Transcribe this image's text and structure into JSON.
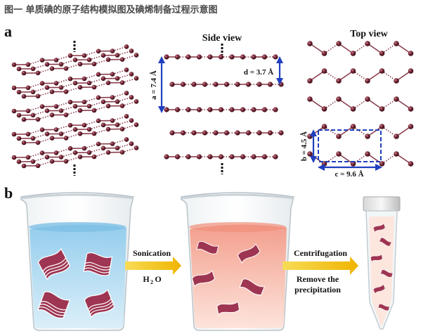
{
  "figure": {
    "caption": "图一 单质碘的原子结构模拟图及碘烯制备过程示意图"
  },
  "panel_a": {
    "letter": "a",
    "side_view": {
      "title": "Side view",
      "a_label": "a = 7.4 Å",
      "d_label": "d = 3.7 Å"
    },
    "top_view": {
      "title": "Top view",
      "b_label": "b = 4.5 Å",
      "c_label": "c = 9.6 Å"
    }
  },
  "panel_b": {
    "letter": "b",
    "step1": {
      "line1": "Sonication",
      "line2_main": "H",
      "line2_sub": "2",
      "line2_tail": "O"
    },
    "step2": {
      "line1": "Centrifugation",
      "line2": "Remove the",
      "line3": "precipitation"
    }
  },
  "colors": {
    "atom": "#6b2030",
    "bond": "#8a3d4c",
    "dim_arrow": "#1f3fbf",
    "dashed_box": "#1f3fbf",
    "arrow_fill": "#f2c200",
    "flake": "#9e3552",
    "liquid_blue": "#a9d6ef",
    "liquid_pink": "#f6b7a8"
  }
}
